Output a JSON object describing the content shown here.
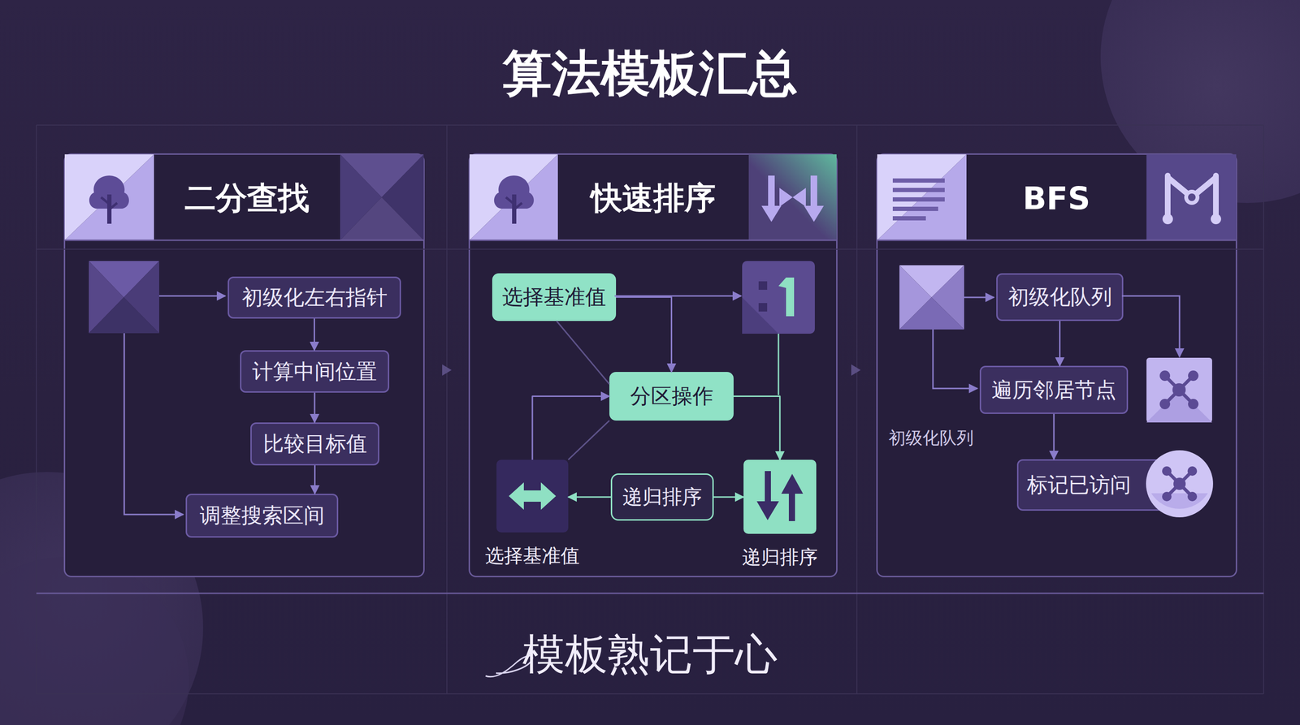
{
  "diagram": {
    "title": "算法模板汇总",
    "caption": "模板熟记于心",
    "nodes": [
      {
        "text": [
          "二分查找"
        ]
      },
      {
        "text": [
          "初级化左右指针"
        ],
        "in": 0
      },
      {
        "text": [
          "计算中间位置"
        ],
        "in": 0
      },
      {
        "text": [
          "比较目标值"
        ],
        "in": 0
      },
      {
        "text": [
          "调整搜索区间"
        ],
        "in": 0
      },
      {
        "text": [
          "快速排序"
        ]
      },
      {
        "text": [
          "选择基准值"
        ],
        "in": 5
      },
      {
        "text": [
          "分区操作"
        ],
        "in": 5
      },
      {
        "text": [
          "选择基准值"
        ],
        "in": 5
      },
      {
        "text": [
          "递归排序"
        ],
        "in": 5
      },
      {
        "text": [
          "递归排序"
        ],
        "in": 5
      },
      {
        "text": [
          "BFS"
        ]
      },
      {
        "text": [
          "初级化队列"
        ],
        "in": 11
      },
      {
        "text": [
          "遍历邻居节点"
        ],
        "in": 11
      },
      {
        "text": [
          "标记已访问"
        ],
        "in": 11
      }
    ],
    "edges": [
      {
        "from": 1,
        "to": 2,
        "arrow": "to"
      },
      {
        "from": 2,
        "to": 3,
        "arrow": "to"
      },
      {
        "from": 3,
        "to": 4,
        "arrow": "to"
      },
      {
        "from": 6,
        "to": 7,
        "arrow": "to"
      },
      {
        "from": 6,
        "to": 7,
        "arrow": "none"
      },
      {
        "from": 8,
        "to": 7,
        "arrow": "to"
      },
      {
        "from": 7,
        "to": 8,
        "arrow": "none"
      },
      {
        "from": 7,
        "to": 10,
        "arrow": "to"
      },
      {
        "from": 9,
        "to": 8,
        "arrow": "to"
      },
      {
        "from": 9,
        "to": 10,
        "arrow": "to"
      },
      {
        "from": 12,
        "to": 13,
        "arrow": "to"
      },
      {
        "from": 13,
        "to": 14,
        "arrow": "to"
      }
    ],
    "labels": [
      "初级化队列"
    ]
  }
}
